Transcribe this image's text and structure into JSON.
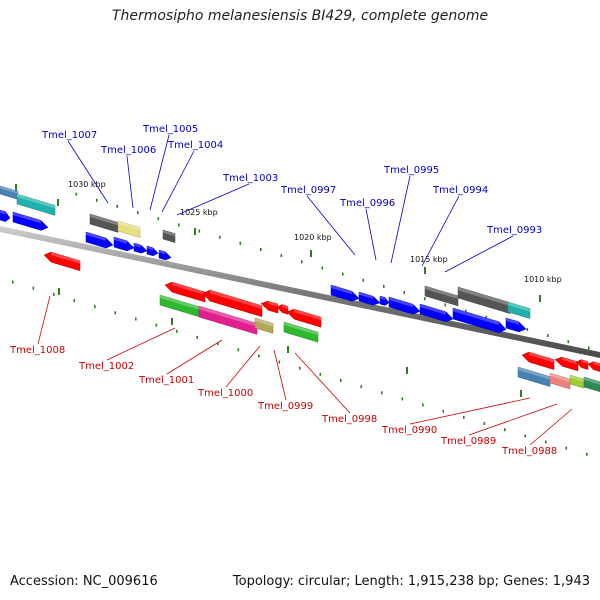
{
  "title": "Thermosipho melanesiensis BI429, complete genome",
  "footer": {
    "accession": "Accession: NC_009616",
    "summary": "Topology: circular; Length: 1,915,238 bp; Genes: 1,943"
  },
  "colors": {
    "forward": "#0000ff",
    "reverse": "#ff0000",
    "top_label": "#0000cc",
    "bottom_label": "#cc0000",
    "backbone": "#888888",
    "tick": "#2e7d22"
  },
  "scale_labels": [
    "1030 kbp",
    "1025 kbp",
    "1020 kbp",
    "1015 kbp",
    "1010 kbp"
  ],
  "top_genes": [
    "Tmel_1007",
    "Tmel_1006",
    "Tmel_1005",
    "Tmel_1004",
    "Tmel_1003",
    "Tmel_0997",
    "Tmel_0996",
    "Tmel_0995",
    "Tmel_0994",
    "Tmel_0993"
  ],
  "bottom_genes": [
    "Tmel_1008",
    "Tmel_1002",
    "Tmel_1001",
    "Tmel_1000",
    "Tmel_0999",
    "Tmel_0998",
    "Tmel_0990",
    "Tmel_0989",
    "Tmel_0988"
  ]
}
